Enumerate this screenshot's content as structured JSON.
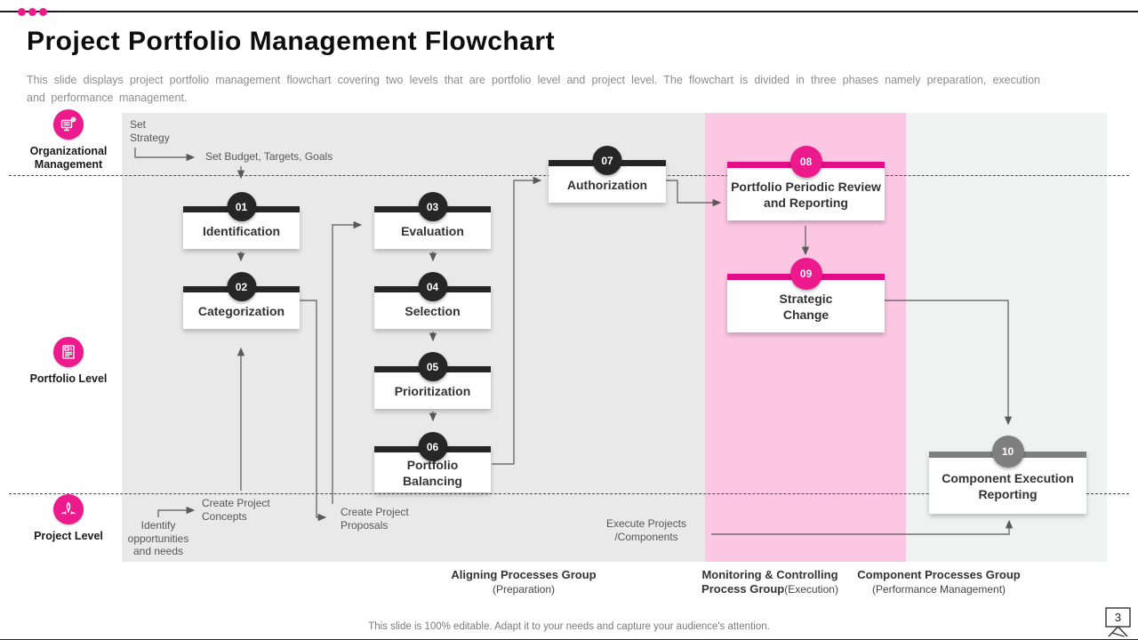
{
  "slide": {
    "title": "Project Portfolio Management Flowchart",
    "subtitle": "This slide displays project portfolio management flowchart covering two levels that are portfolio level and project level. The flowchart is divided in three phases namely preparation, execution and performance management.",
    "footer": "This slide is 100% editable.  Adapt it to your needs and capture your audience's attention.",
    "page_number": "3"
  },
  "rows": [
    {
      "label": "Organizational Management",
      "icon": "monitor-gear-icon"
    },
    {
      "label": "Portfolio Level",
      "icon": "report-document-icon"
    },
    {
      "label": "Project Level",
      "icon": "rocket-in-hands-icon"
    }
  ],
  "flow": {
    "boxes": [
      {
        "num": "01",
        "label": "Identification",
        "variant": "dark"
      },
      {
        "num": "02",
        "label": "Categorization",
        "variant": "dark"
      },
      {
        "num": "03",
        "label": "Evaluation",
        "variant": "dark"
      },
      {
        "num": "04",
        "label": "Selection",
        "variant": "dark"
      },
      {
        "num": "05",
        "label": "Prioritization",
        "variant": "dark"
      },
      {
        "num": "06",
        "label": "Portfolio Balancing",
        "variant": "dark"
      },
      {
        "num": "07",
        "label": "Authorization",
        "variant": "dark"
      },
      {
        "num": "08",
        "label": "Portfolio Periodic Review and Reporting",
        "variant": "pink"
      },
      {
        "num": "09",
        "label": "Strategic Change",
        "variant": "pink"
      },
      {
        "num": "10",
        "label": "Component Execution Reporting",
        "variant": "gray"
      }
    ],
    "annotations": {
      "set_strategy": "Set Strategy",
      "set_budget": "Set Budget,  Targets,  Goals",
      "identify": "Identify opportunities and needs",
      "create_concepts": "Create Project Concepts",
      "create_proposals": "Create Project Proposals",
      "execute": "Execute Projects /Components"
    },
    "groups": [
      {
        "title": "Aligning Processes  Group",
        "subtitle": "(Preparation)"
      },
      {
        "title": "Monitoring & Controlling Process Group",
        "subtitle": "(Execution)"
      },
      {
        "title": "Component Processes  Group",
        "subtitle": "(Performance Management)"
      }
    ]
  },
  "colors": {
    "accent_pink": "#ec1a8d",
    "bar_pink": "#e30d87",
    "band_pink": "#fbc7e2",
    "dark": "#262626",
    "gray_step": "#7f7f7f",
    "zone_gray": "#e9e9e9",
    "zone_gray_light": "#f0f1f1",
    "connector": "#5a5a5a"
  }
}
